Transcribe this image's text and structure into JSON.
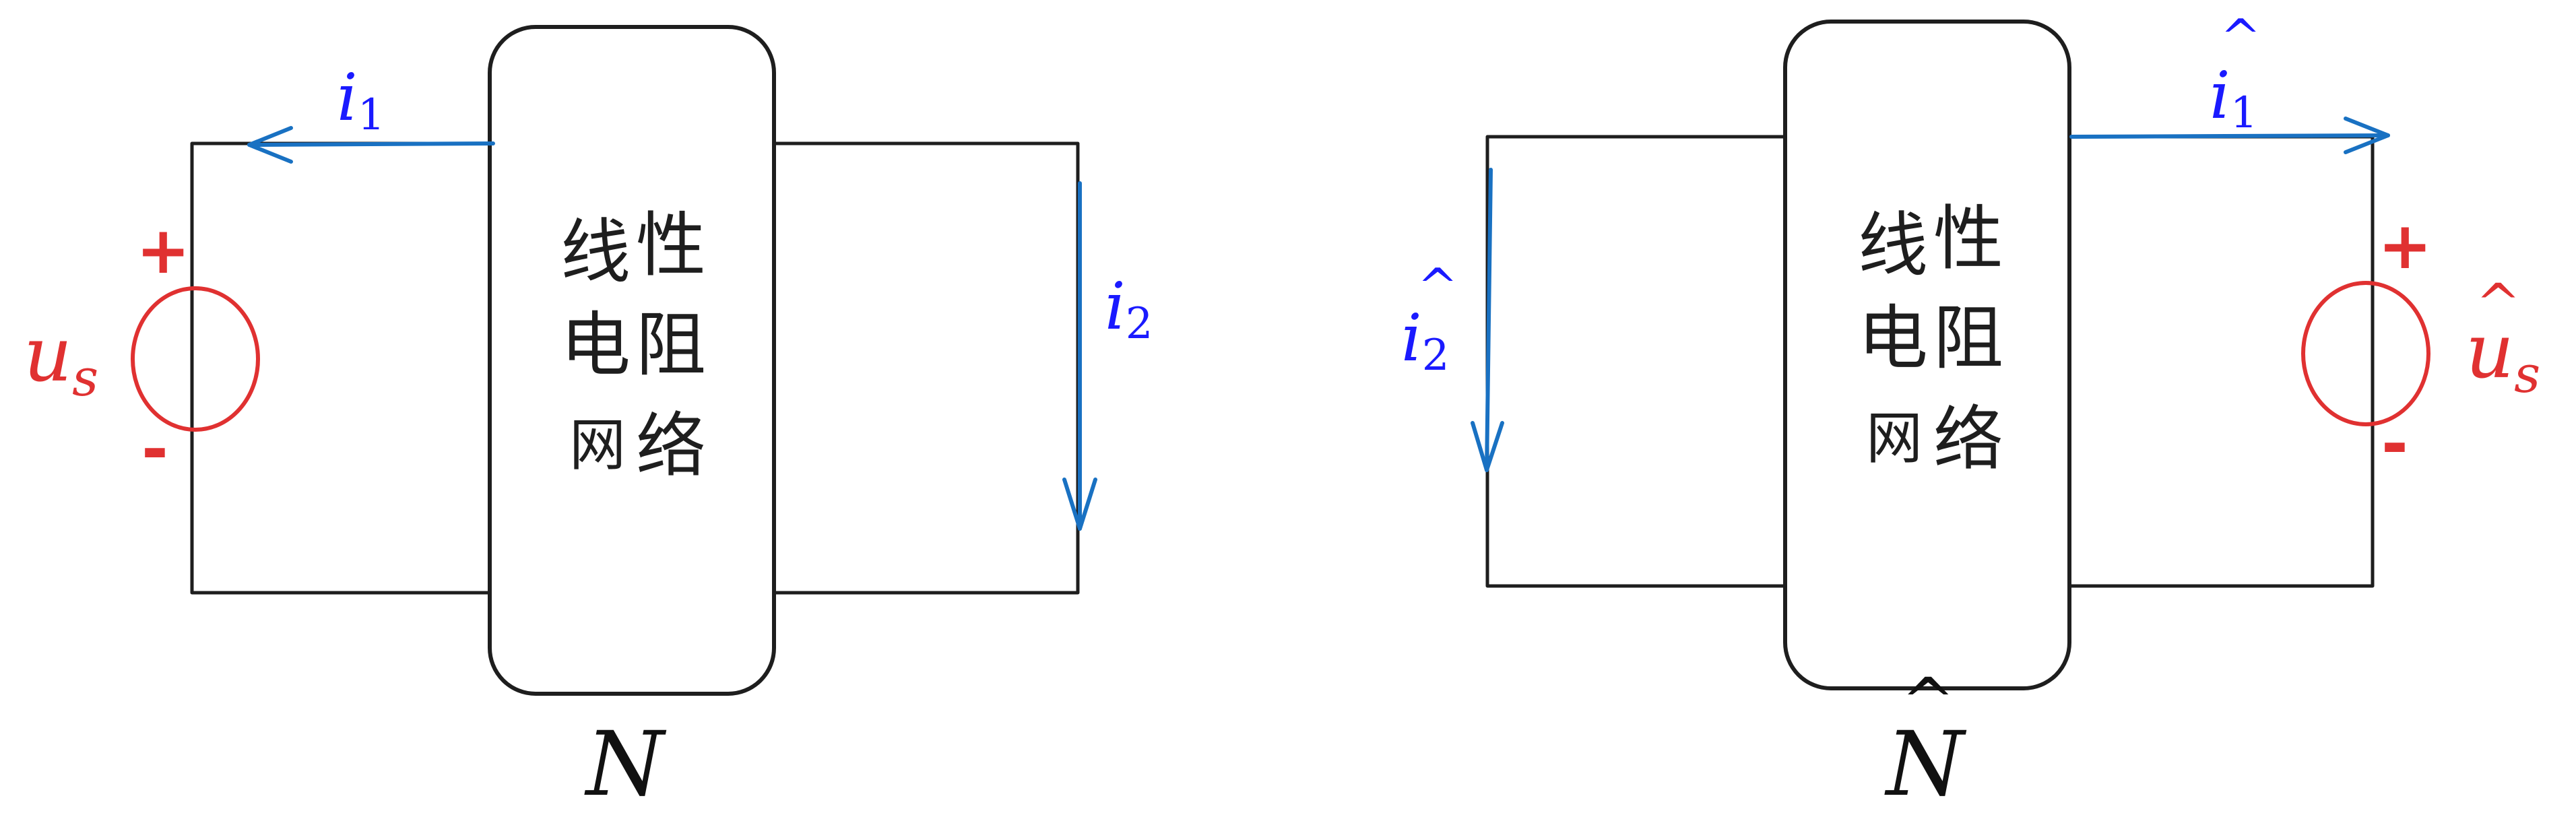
{
  "left": {
    "network_label": "N",
    "box_chars": [
      "线",
      "性",
      "电",
      "阻",
      "网",
      "络"
    ],
    "current_1": {
      "symbol": "i",
      "subscript": "1"
    },
    "current_2": {
      "symbol": "i",
      "subscript": "2"
    },
    "source": {
      "symbol": "u",
      "subscript": "s",
      "plus": "+",
      "minus": "-"
    }
  },
  "right": {
    "network_label": "N",
    "network_hat": "^",
    "box_chars": [
      "线",
      "性",
      "电",
      "阻",
      "网",
      "络"
    ],
    "current_1": {
      "symbol": "i",
      "hat": "^",
      "subscript": "1"
    },
    "current_2": {
      "symbol": "i",
      "hat": "^",
      "subscript": "2"
    },
    "source": {
      "symbol": "u",
      "hat": "^",
      "subscript": "s",
      "plus": "+",
      "minus": "-"
    }
  },
  "colors": {
    "wire": "#1e1e1e",
    "current": "#1971c2",
    "current_label": "#1a1aff",
    "source": "#e03131"
  }
}
